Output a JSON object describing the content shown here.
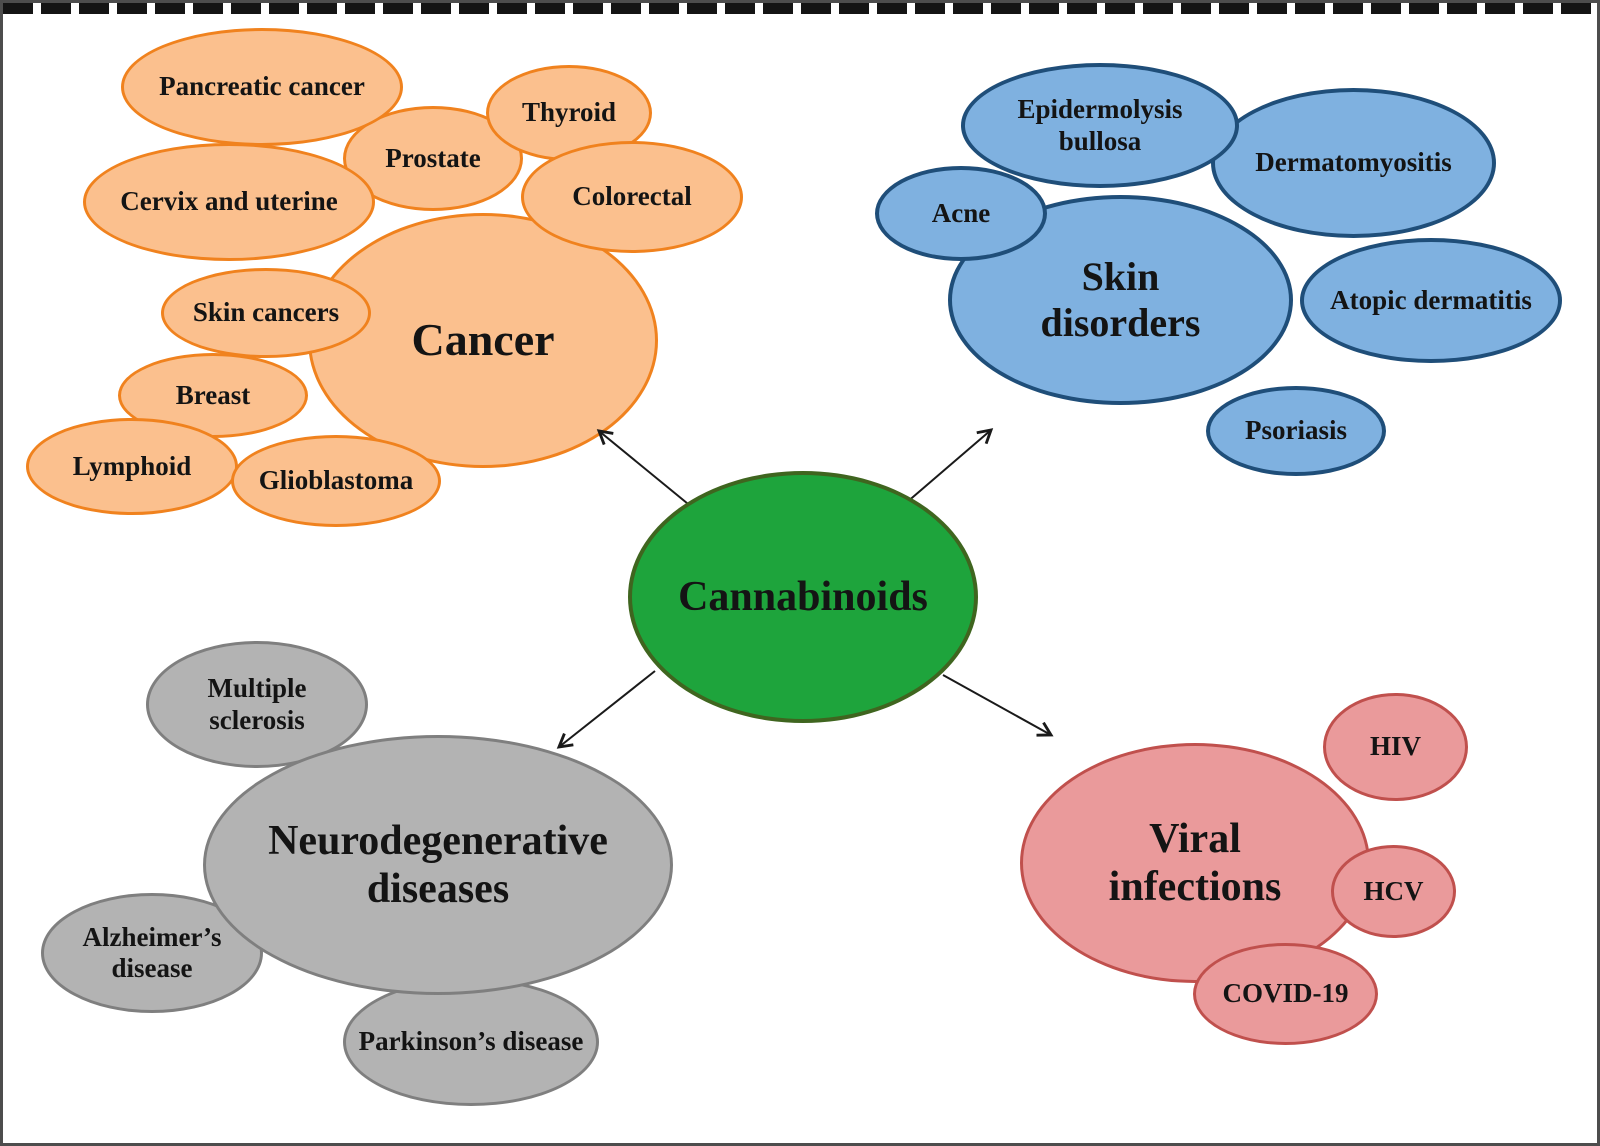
{
  "center": {
    "label": "Cannabinoids",
    "fill": "#1ea43c",
    "stroke": "#3f651f"
  },
  "clusters": {
    "cancer": {
      "label": "Cancer",
      "fill": "#fbc08e",
      "stroke": "#f0821e",
      "satellites": [
        "Pancreatic cancer",
        "Thyroid",
        "Prostate",
        "Cervix and uterine",
        "Colorectal",
        "Skin cancers",
        "Breast",
        "Lymphoid",
        "Glioblastoma"
      ]
    },
    "skin": {
      "label": "Skin disorders",
      "fill": "#7fb1e0",
      "stroke": "#1f4e79",
      "satellites": [
        "Epidermolysis bullosa",
        "Dermatomyositis",
        "Acne",
        "Atopic dermatitis",
        "Psoriasis"
      ]
    },
    "neuro": {
      "label": "Neurodegenerative diseases",
      "fill": "#b3b3b3",
      "stroke": "#7f7f7f",
      "satellites": [
        "Multiple sclerosis",
        "Alzheimer’s disease",
        "Parkinson’s disease"
      ]
    },
    "viral": {
      "label": "Viral infections",
      "fill": "#ea9a9b",
      "stroke": "#c0504d",
      "satellites": [
        "HIV",
        "HCV",
        "COVID-19"
      ]
    }
  },
  "styles": {
    "arrow": "#1a1a1a",
    "frame": "#4d4d4d",
    "text": "#141414",
    "background": "#ffffff"
  }
}
